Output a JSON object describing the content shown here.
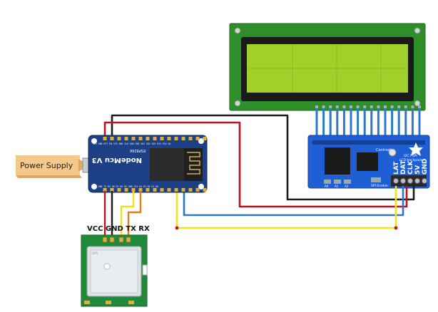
{
  "power_supply": {
    "label": "Power Supply"
  },
  "nodemcu": {
    "title": "NodeMcu V3",
    "sub": "ESP8266",
    "top_pins": "Vin GND RST EN 3V3 GND CLK SD0 CMD SD1 SD2 SD3 RSV RSV A0",
    "bottom_pins": "3V3 GND TX RX D8 D7 D6 D5 GND 3V3 D4 D3 D2 D1 D0"
  },
  "gps_pins": {
    "text": "VCC GND TX RX"
  },
  "gps": {
    "chip_label": "GPS"
  },
  "lcd_backpack": {
    "pins": [
      "LAT",
      "DAT",
      "CLK",
      "5V",
      "GND"
    ],
    "contrast": "Contrast",
    "i2c_spi": "I2C / SPI",
    "lcd_backpack": "LCD backpack",
    "spi_enable": "SPI Enable",
    "addr": [
      "A0",
      "A1",
      "A2"
    ]
  },
  "colors": {
    "wire_black": "#1a1a1a",
    "wire_red": "#c0111f",
    "wire_blue": "#2f78c8",
    "wire_yellow": "#f2e21a",
    "wire_orange": "#e07b1a",
    "lcd_pcb": "#2e8f2a",
    "lcd_screen": "#9fd12a",
    "nodemcu_pcb": "#1c3f86",
    "backpack_pcb": "#1f5fd6",
    "gps_pcb": "#1f8b3a"
  }
}
